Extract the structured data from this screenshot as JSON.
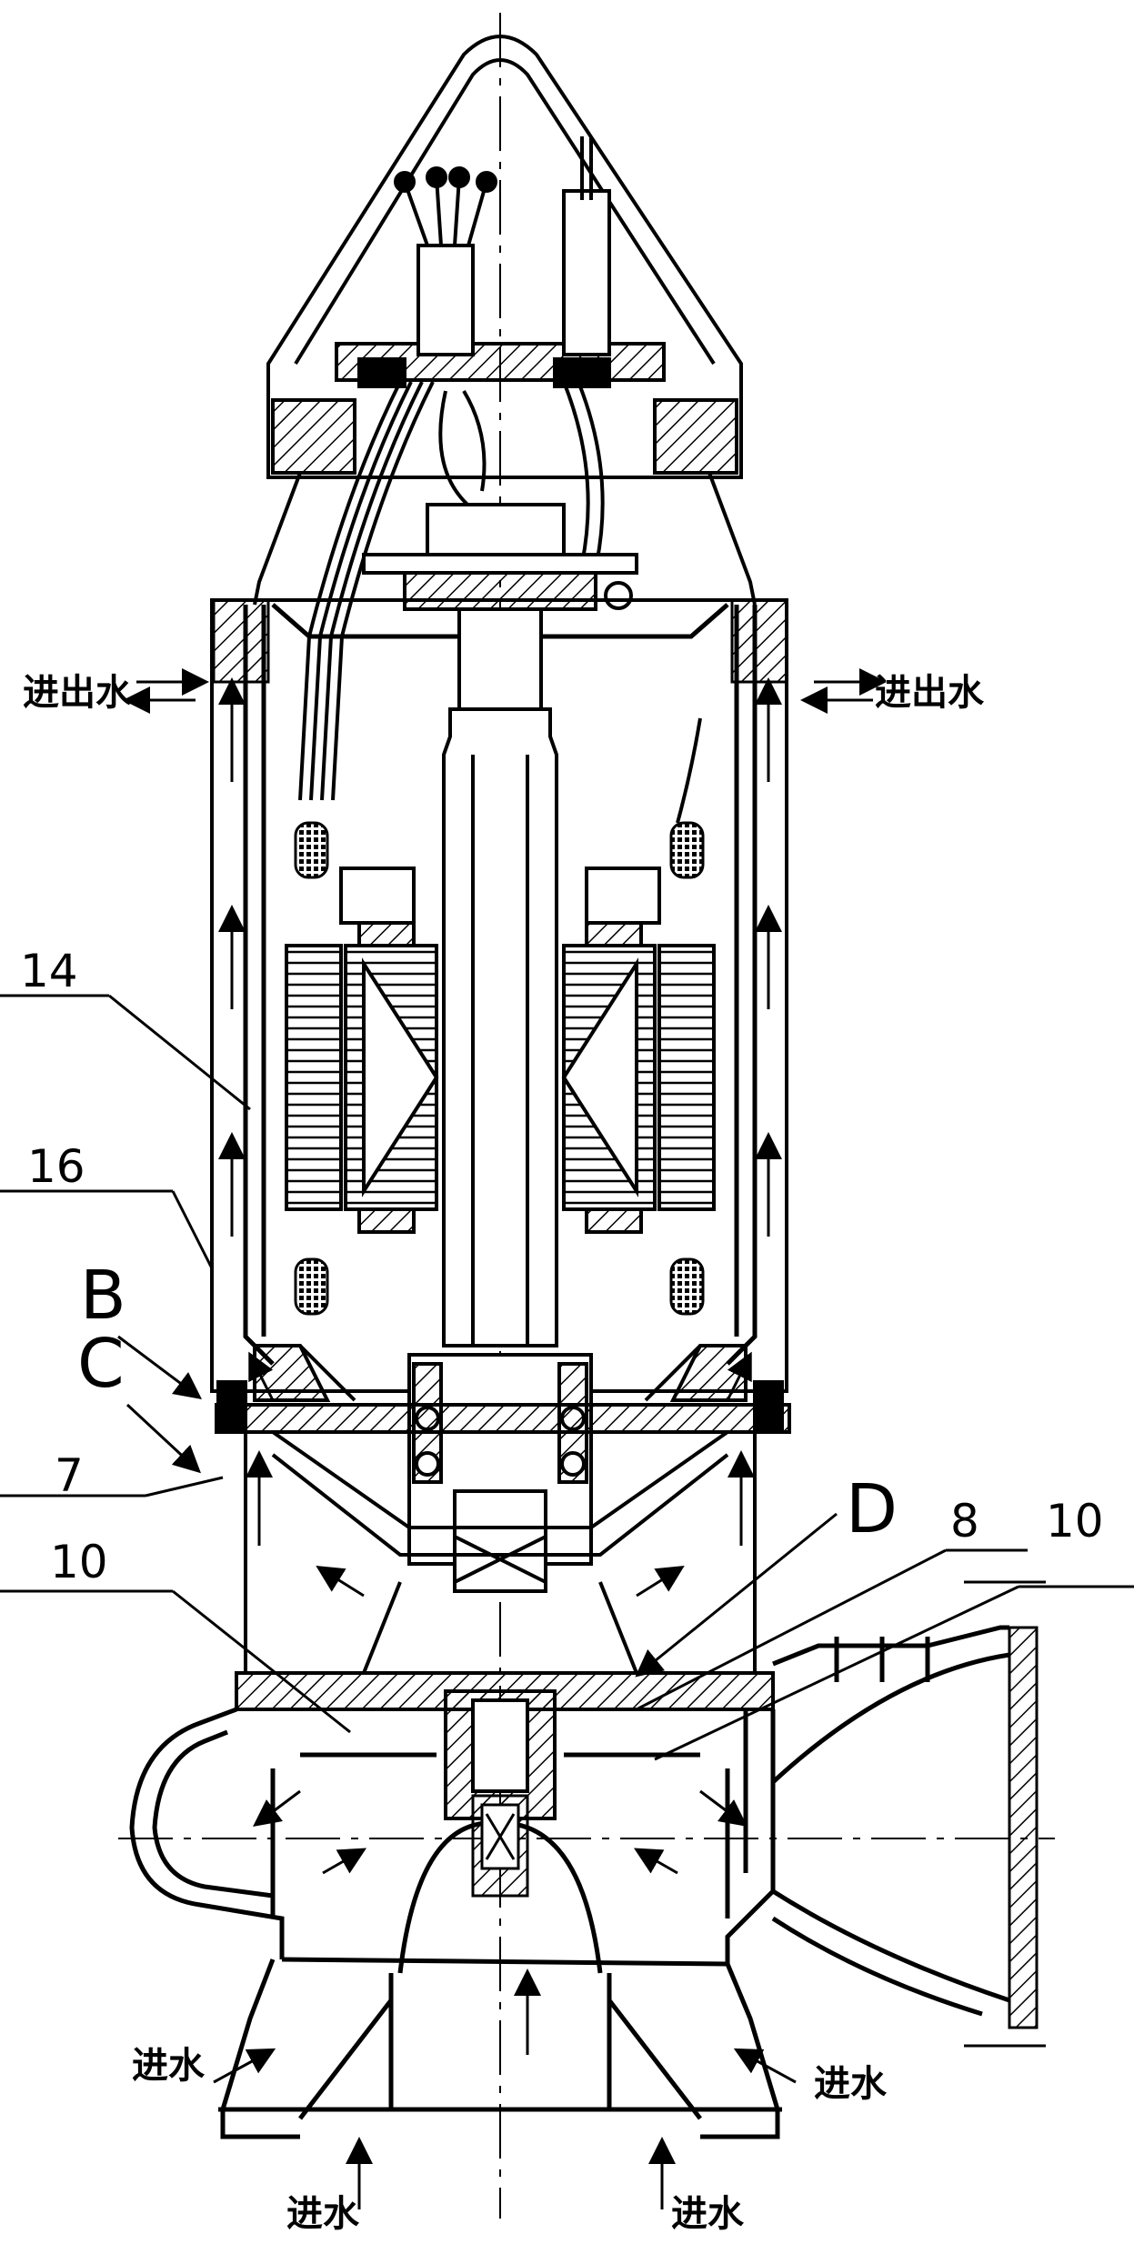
{
  "callouts": {
    "n14": "14",
    "n16": "16",
    "B": "B",
    "C": "C",
    "n7": "7",
    "n10_left": "10",
    "D": "D",
    "n8": "8",
    "n10_right": "10"
  },
  "flow_labels": {
    "water_in_out_left": "进出水",
    "water_in_out_right": "进出水",
    "water_in_left": "进水",
    "water_in_right": "进水",
    "water_in_bottom_left": "进水",
    "water_in_bottom_right": "进水"
  }
}
